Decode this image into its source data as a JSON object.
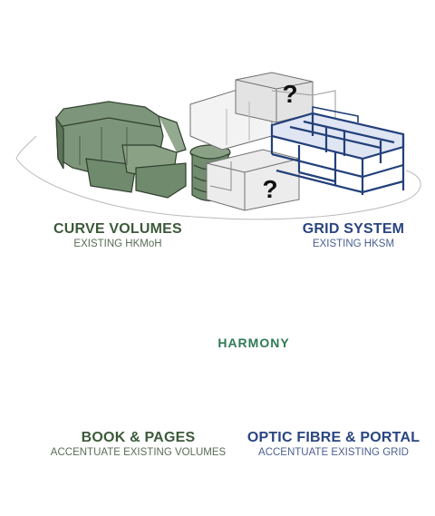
{
  "top_left": {
    "title": "CURVE VOLUMES",
    "subtitle": "EXISTING HKMoH"
  },
  "top_right": {
    "title": "GRID SYSTEM",
    "subtitle": "EXISTING HKSM"
  },
  "bottom_left": {
    "title": "BOOK & PAGES",
    "subtitle": "ACCENTUATE EXISTING VOLUMES"
  },
  "bottom_right": {
    "title": "OPTIC FIBRE & PORTAL",
    "subtitle": "ACCENTUATE EXISTING GRID"
  },
  "center": {
    "harmony": "HARMONY"
  },
  "markers": {
    "question": "?"
  },
  "colors": {
    "green": "#6f8a6c",
    "green_dark": "#3c5a3a",
    "blue": "#2a4580",
    "blue_light": "#8e9bc9",
    "teal": "#2f7a55"
  }
}
